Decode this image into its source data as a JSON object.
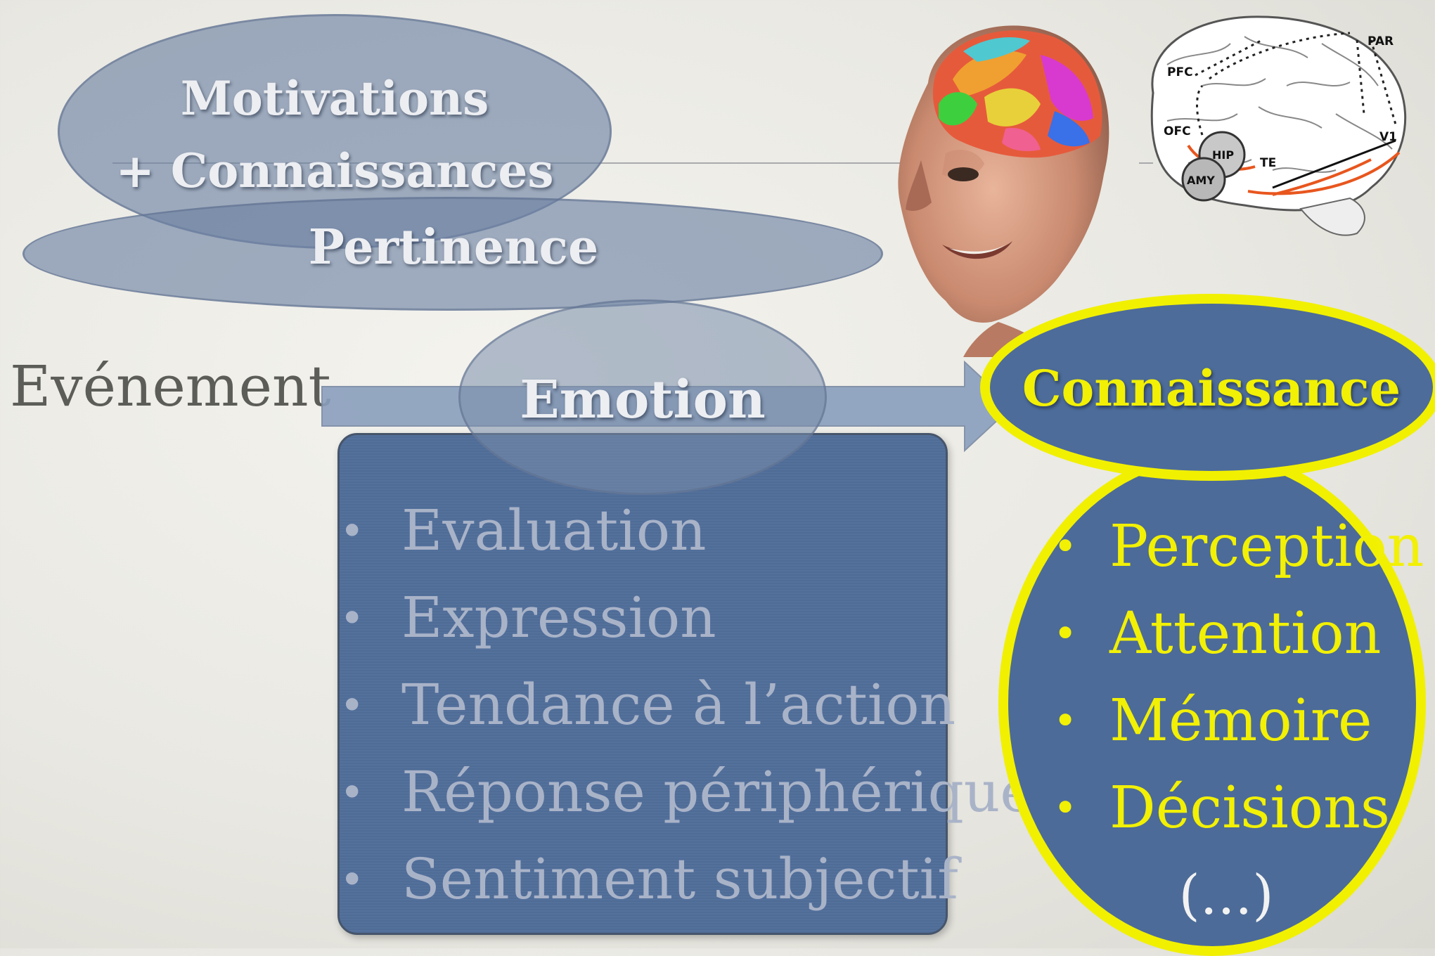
{
  "diagram": {
    "event_label": "Evénement",
    "motivations_line1": "Motivations",
    "motivations_line2": "+ Connaissances",
    "pertinence_label": "Pertinence",
    "emotion_label": "Emotion",
    "emotion_components": [
      "Evaluation",
      "Expression",
      "Tendance à l’action",
      "Réponse périphérique",
      "Sentiment subjectif"
    ],
    "cognition_title": "Connaissance",
    "cognition_items": [
      "Perception",
      "Attention",
      "Mémoire",
      "Décisions"
    ],
    "cognition_more": "(...)",
    "brain_region_labels": [
      "PAR",
      "PFC",
      "OFC",
      "HIP",
      "AMY",
      "TE",
      "V1"
    ],
    "bullet": "•"
  },
  "colors": {
    "oval_fill": "#6a80a2",
    "box_fill": "#4f6c97",
    "highlight_yellow": "#f1f000",
    "event_text": "#5c5c58"
  }
}
